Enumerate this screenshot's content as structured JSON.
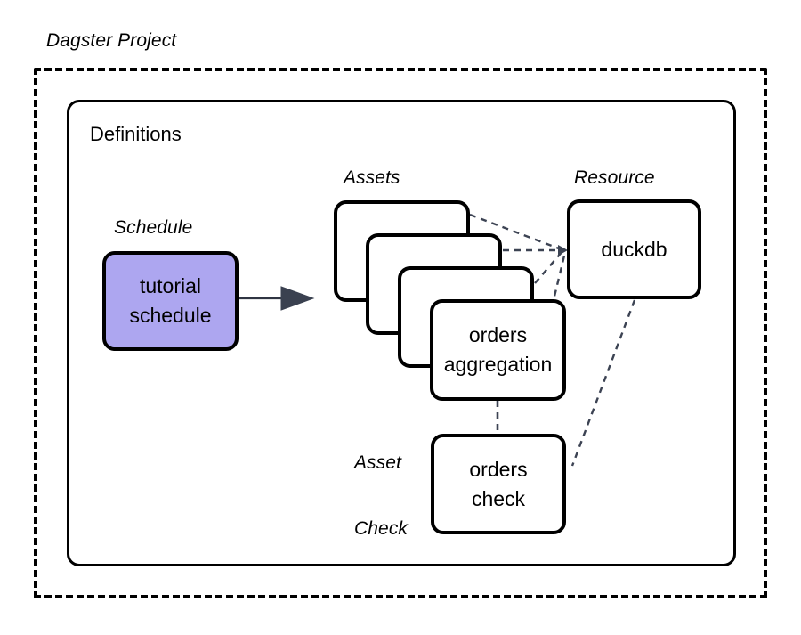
{
  "diagram": {
    "title": "Dagster Project",
    "frames": {
      "project_label": "Dagster Project",
      "definitions_label": "Definitions"
    },
    "group_labels": {
      "schedule": "Schedule",
      "assets": "Assets",
      "resource": "Resource",
      "asset_check_line1": "Asset",
      "asset_check_line2": "Check"
    },
    "nodes": {
      "schedule": {
        "line1": "tutorial",
        "line2": "schedule",
        "fill": "#ADA6F0"
      },
      "duckdb": {
        "line1": "duckdb",
        "fill": "#FFFFFF"
      },
      "orders_aggregation": {
        "line1": "orders",
        "line2": "aggregation",
        "fill": "#FFFFFF"
      },
      "orders_check": {
        "line1": "orders",
        "line2": "check",
        "fill": "#FFFFFF"
      }
    },
    "colors": {
      "stroke": "#000000",
      "edge_dashed": "#3C4353",
      "arrow": "#2F3542",
      "schedule_fill": "#ADA6F0",
      "background": "#FFFFFF"
    }
  }
}
